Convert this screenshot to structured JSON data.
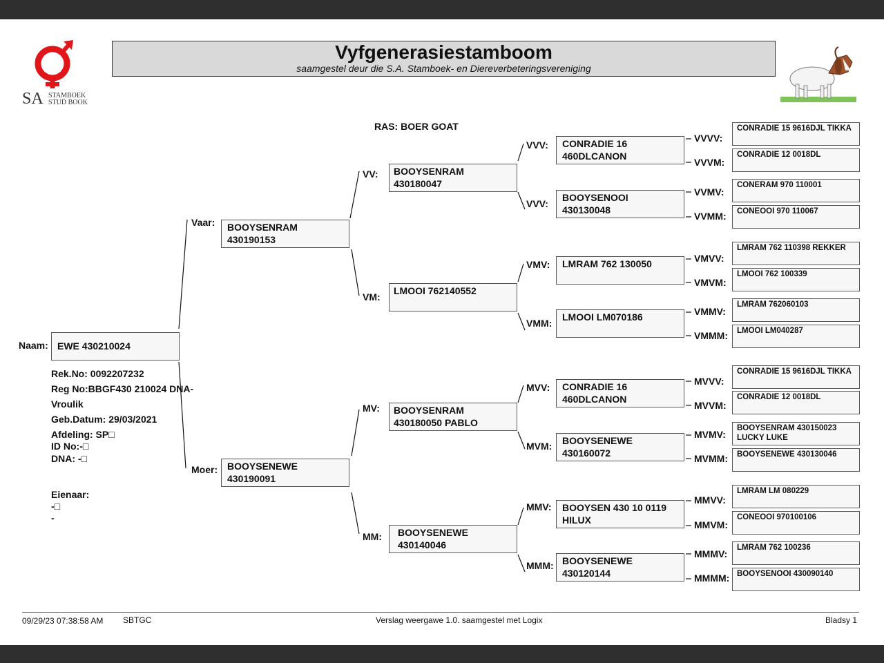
{
  "header": {
    "title": "Vyfgenerasiestamboom",
    "subtitle": "saamgestel deur die S.A. Stamboek- en Diereverbeteringsvereniging",
    "logo_text_left": "SA",
    "logo_text_line1": "STAMBOEK",
    "logo_text_line2": "STUD BOOK"
  },
  "breed": "RAS: BOER GOAT",
  "animal": {
    "name_label": "Naam:",
    "name": "EWE 430210024",
    "rek_no": "Rek.No: 0092207232",
    "reg_no": "Reg No:BBGF430 210024 DNA-",
    "sex": "Vroulik",
    "birth_date": "Geb.Datum: 29/03/2021",
    "afdeling": "Afdeling: SP□",
    "id_no": "ID No:-□",
    "dna": "DNA: -□",
    "owner_label": "Eienaar:",
    "owner_line1": "-□",
    "owner_line2": "-"
  },
  "gen2": {
    "sire_label": "Vaar:",
    "sire": "BOOYSENRAM\n430190153",
    "dam_label": "Moer:",
    "dam": "BOOYSENEWE\n430190091"
  },
  "gen3": {
    "vv_label": "VV:",
    "vv": "BOOYSENRAM\n430180047",
    "vm_label": "VM:",
    "vm": "LMOOI 762140552",
    "mv_label": "MV:",
    "mv": "BOOYSENRAM\n430180050 PABLO",
    "mm_label": "MM:",
    "mm": "BOOYSENEWE\n430140046"
  },
  "gen4": {
    "vvv_label": "VVV:",
    "vvv": "CONRADIE 16\n460DLCANON",
    "vvm_label": "VVV:",
    "vvm": "BOOYSENOOI\n430130048",
    "vmv_label": "VMV:",
    "vmv": "LMRAM 762 130050",
    "vmm_label": "VMM:",
    "vmm": "LMOOI LM070186",
    "mvv_label": "MVV:",
    "mvv": "CONRADIE 16\n460DLCANON",
    "mvm_label": "MVM:",
    "mvm": "BOOYSENEWE\n430160072",
    "mmv_label": "MMV:",
    "mmv": "BOOYSEN 430 10 0119\nHILUX",
    "mmm_label": "MMM:",
    "mmm": "BOOYSENEWE\n430120144"
  },
  "gen5": {
    "vvvv_label": "VVVV:",
    "vvvv": "CONRADIE 15 9616DJL TIKKA",
    "vvvm_label": "VVVM:",
    "vvvm": "CONRADIE 12 0018DL",
    "vvmv_label": "VVMV:",
    "vvmv": "CONERAM 970 110001",
    "vvmm_label": "VVMM:",
    "vvmm": "CONEOOI 970 110067",
    "vmvv_label": "VMVV:",
    "vmvv": "LMRAM 762 110398 REKKER",
    "vmvm_label": "VMVM:",
    "vmvm": "LMOOI 762 100339",
    "vmmv_label": "VMMV:",
    "vmmv": "LMRAM 762060103",
    "vmmm_label": "VMMM:",
    "vmmm": "LMOOI LM040287",
    "mvvv_label": "MVVV:",
    "mvvv": "CONRADIE 15 9616DJL TIKKA",
    "mvvm_label": "MVVM:",
    "mvvm": "CONRADIE 12 0018DL",
    "mvmv_label": "MVMV:",
    "mvmv": "BOOYSENRAM 430150023\nLUCKY LUKE",
    "mvmm_label": "MVMM:",
    "mvmm": "BOOYSENEWE 430130046",
    "mmvv_label": "MMVV:",
    "mmvv": "LMRAM LM 080229",
    "mmvm_label": "MMVM:",
    "mmvm": "CONEOOI 970100106",
    "mmmv_label": "MMMV:",
    "mmmv": "LMRAM 762 100236",
    "mmmm_label": "MMMM:",
    "mmmm": "BOOYSENOOI 430090140"
  },
  "footer": {
    "timestamp": "09/29/23 07:38:58 AM",
    "code": "SBTGC",
    "report": "Verslag weergawe 1.0. saamgestel met Logix",
    "page": "Bladsy 1"
  },
  "colors": {
    "logo_red": "#e0161b",
    "title_bg": "#d9d9d9",
    "box_bg": "#f7f7f7"
  }
}
